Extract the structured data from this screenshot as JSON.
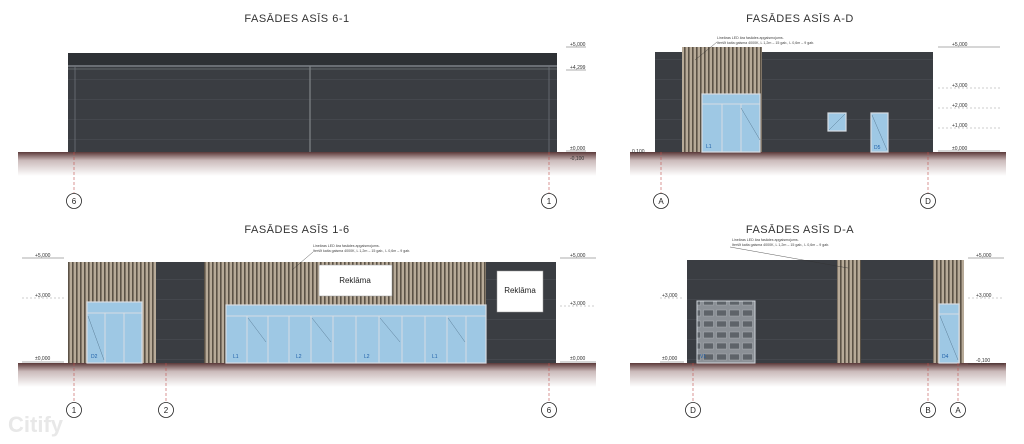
{
  "watermark": "Citify",
  "facades": [
    {
      "title": "FASĀDES ASĪS 6-1",
      "levels": [
        "+5,000",
        "+4,299",
        "±0,000",
        "-0,100"
      ],
      "axes": [
        "6",
        "1"
      ]
    },
    {
      "title": "FASĀDES ASĪS A-D",
      "note": [
        "Lineāras LED āra fasādes apgaismojums.",
        "Iteršīt kaita gaisma 4000K, L 1,2m – 15 gab., L 0,6m – 9 gab."
      ],
      "levels": [
        "+5,000",
        "+3,000",
        "+2,000",
        "+1,000",
        "±0,000"
      ],
      "left_level": "0,100",
      "axes": [
        "A",
        "D"
      ],
      "window_labels": [
        "L1",
        "D5"
      ]
    },
    {
      "title": "FASĀDES ASĪS 1-6",
      "note": [
        "Lineāras LED āra fasādes apgaismojums.",
        "Iteršīt kaita gaisma 4000K, L 1,2m – 15 gab., L 0,6m – 9 gab."
      ],
      "levels_left": [
        "+5,000",
        "+3,000",
        "±0,000"
      ],
      "levels_right": [
        "+5,000",
        "+3,000",
        "±0,000"
      ],
      "ads": [
        "Reklāma",
        "Reklāma"
      ],
      "axes": [
        "1",
        "2",
        "6"
      ],
      "window_labels": [
        "D2",
        "L1",
        "L2",
        "L2",
        "L1"
      ]
    },
    {
      "title": "FASĀDES ASĪS D-A",
      "note": [
        "Lineāras LED āra fasādes apgaismojums.",
        "Iteršīt kaita gaisma 4000K, L 1,2m – 15 gab., L 0,6m – 9 gab."
      ],
      "levels_left": [
        "+3,000",
        "±0,000"
      ],
      "levels_right": [
        "+5,000",
        "+3,000",
        "-0,100"
      ],
      "axes": [
        "D",
        "B",
        "A"
      ],
      "window_labels": [
        "V1",
        "D4"
      ]
    }
  ]
}
